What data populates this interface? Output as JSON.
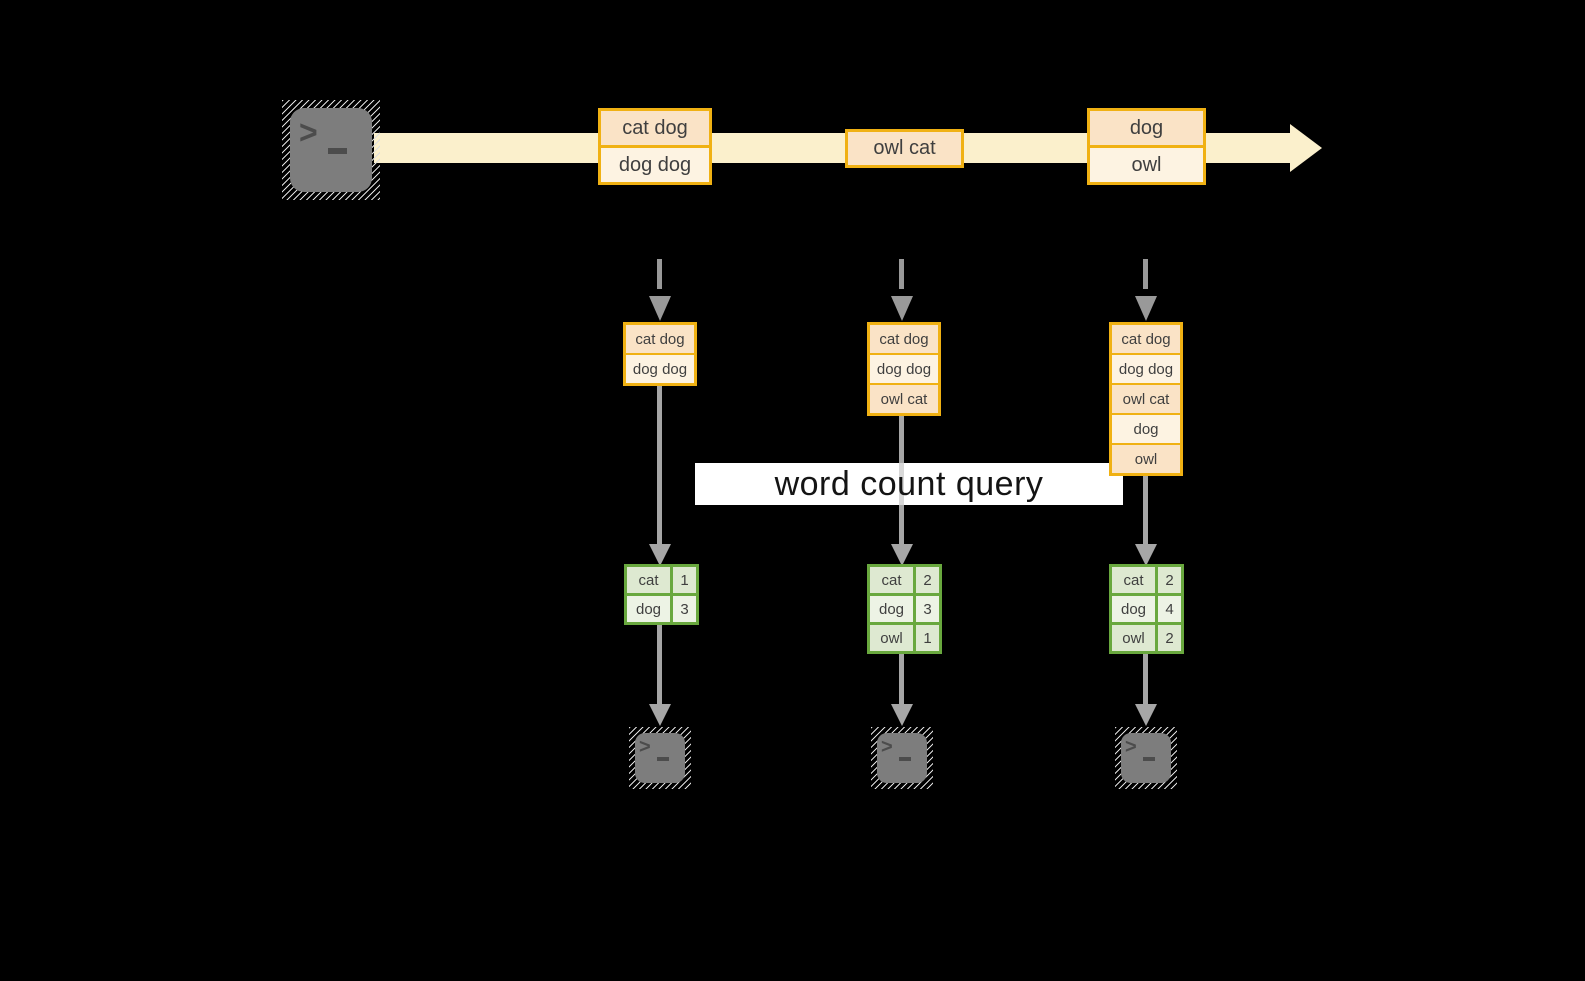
{
  "banner": {
    "label": "word count query"
  },
  "source_terminal": {
    "prompt": ">"
  },
  "stream": {
    "records": [
      {
        "lines": [
          "cat dog",
          "dog dog"
        ]
      },
      {
        "lines": [
          "owl cat"
        ]
      },
      {
        "lines": [
          "dog",
          "owl"
        ]
      }
    ]
  },
  "columns": [
    {
      "buffer": [
        "cat dog",
        "dog dog"
      ],
      "counts": [
        {
          "word": "cat",
          "count": "1"
        },
        {
          "word": "dog",
          "count": "3"
        }
      ]
    },
    {
      "buffer": [
        "cat dog",
        "dog dog",
        "owl cat"
      ],
      "counts": [
        {
          "word": "cat",
          "count": "2"
        },
        {
          "word": "dog",
          "count": "3"
        },
        {
          "word": "owl",
          "count": "1"
        }
      ]
    },
    {
      "buffer": [
        "cat dog",
        "dog dog",
        "owl cat",
        "dog",
        "owl"
      ],
      "counts": [
        {
          "word": "cat",
          "count": "2"
        },
        {
          "word": "dog",
          "count": "4"
        },
        {
          "word": "owl",
          "count": "2"
        }
      ]
    }
  ],
  "colors": {
    "stream_band": "#FBF0CC",
    "record_border": "#F0B113",
    "record_fill_peach": "#FAE3C6",
    "record_fill_cream": "#FDF3E2",
    "table_border": "#69A83E",
    "table_fill_tint": "#DEE9D1",
    "table_fill_light": "#EDF3E5",
    "arrow_gray": "#A6A6A6",
    "dashed_arrow_gray": "#999999",
    "terminal_gray": "#7D7D7D",
    "text_dark": "#3F3F3F"
  }
}
